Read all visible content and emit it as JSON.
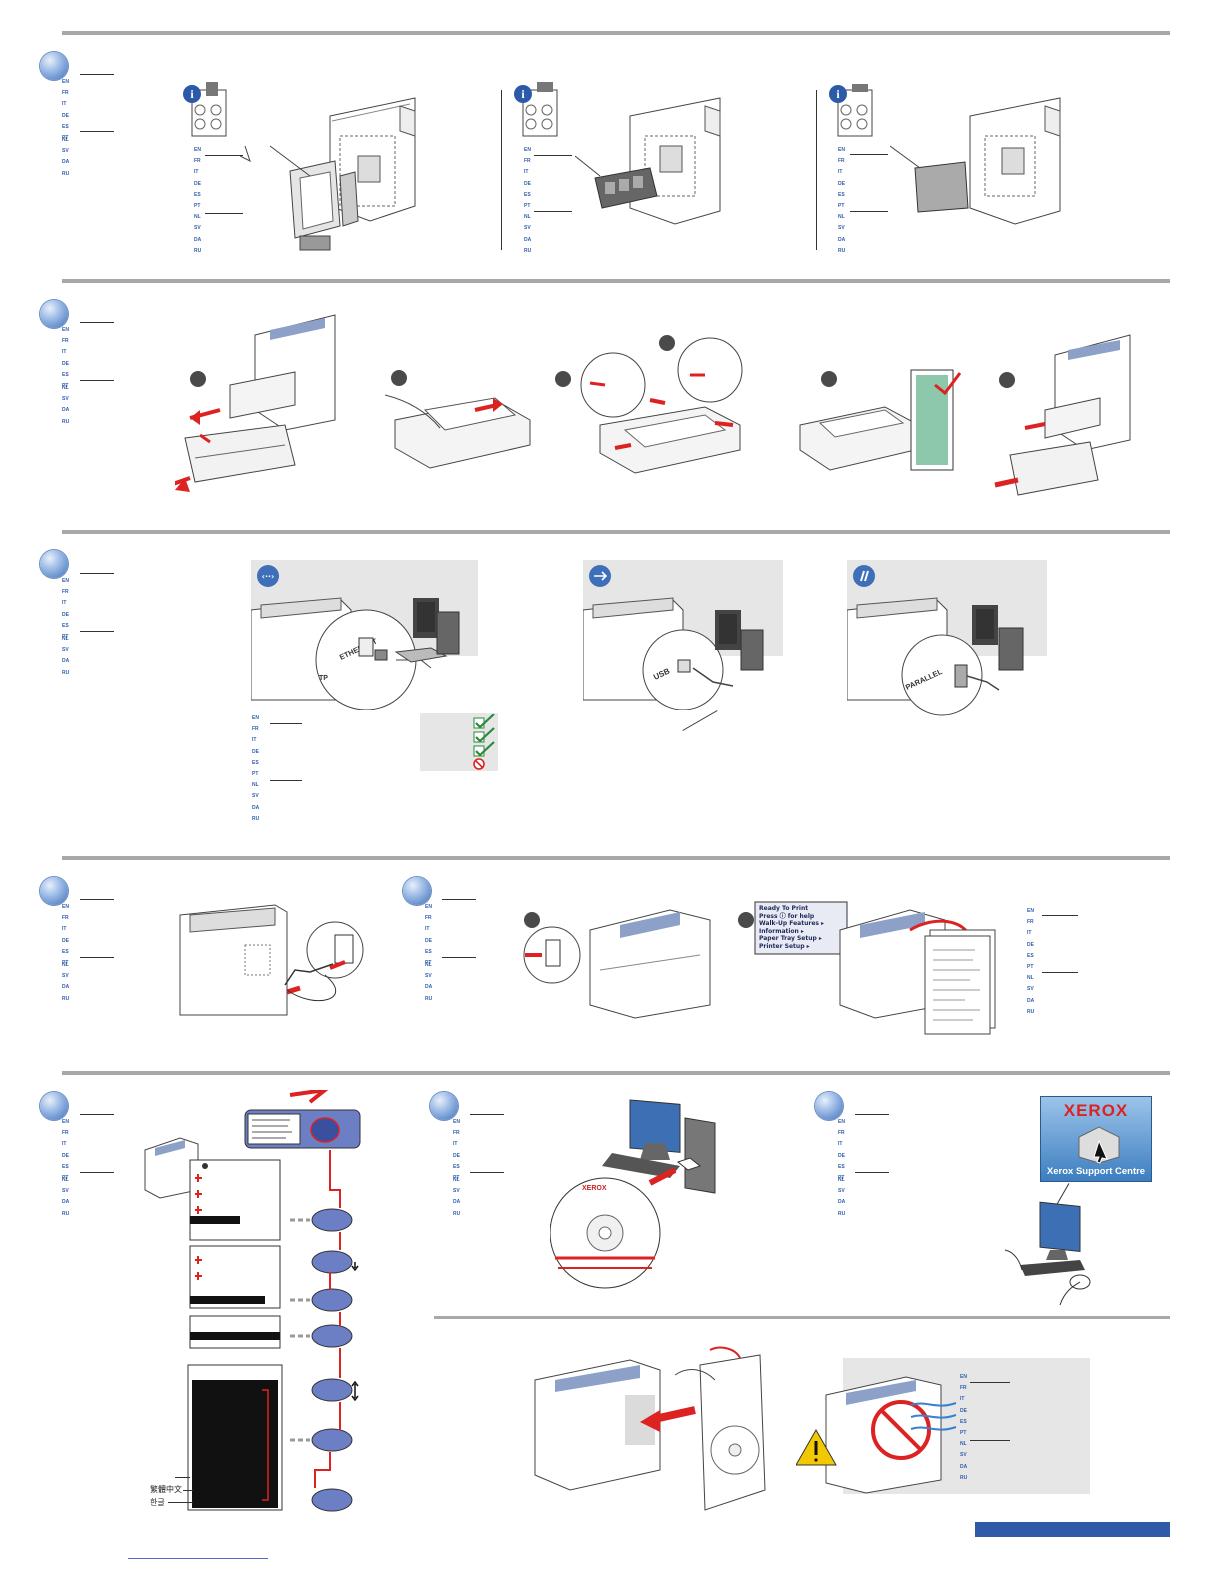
{
  "languages_a": [
    "EN",
    "FR",
    "IT",
    "DE",
    "ES",
    "PT"
  ],
  "languages_b": [
    "NL",
    "SV",
    "DA",
    "RU"
  ],
  "section_1": {
    "badges": [
      "",
      "",
      ""
    ],
    "info_icon": "info-icon"
  },
  "section_3": {
    "connection_icons": [
      "ethernet-icon",
      "usb-icon",
      "parallel-icon"
    ],
    "port_labels": {
      "ethernet": "ETHERNET",
      "ethernet_sub": "TP",
      "usb": "USB",
      "parallel": "PARALLEL"
    }
  },
  "control_panel_menu": [
    "Ready To Print",
    "Press ⓘ for help",
    "Walk-Up Features ▸",
    "Information ▸",
    "Paper Tray Setup ▸",
    "Printer Setup ▸"
  ],
  "language_labels": {
    "zh_tw": "繁體中文",
    "ko": "한글"
  },
  "cd": {
    "brand": "XEROX"
  },
  "support_centre": {
    "brand": "XEROX",
    "caption": "Xerox Support Centre"
  },
  "colors": {
    "section_rule": "#a8a8a8",
    "badge": "#3e6fb8",
    "accent_red": "#d22222",
    "footer_blue": "#2e5aa8",
    "panel_grey": "#e6e6e6"
  }
}
